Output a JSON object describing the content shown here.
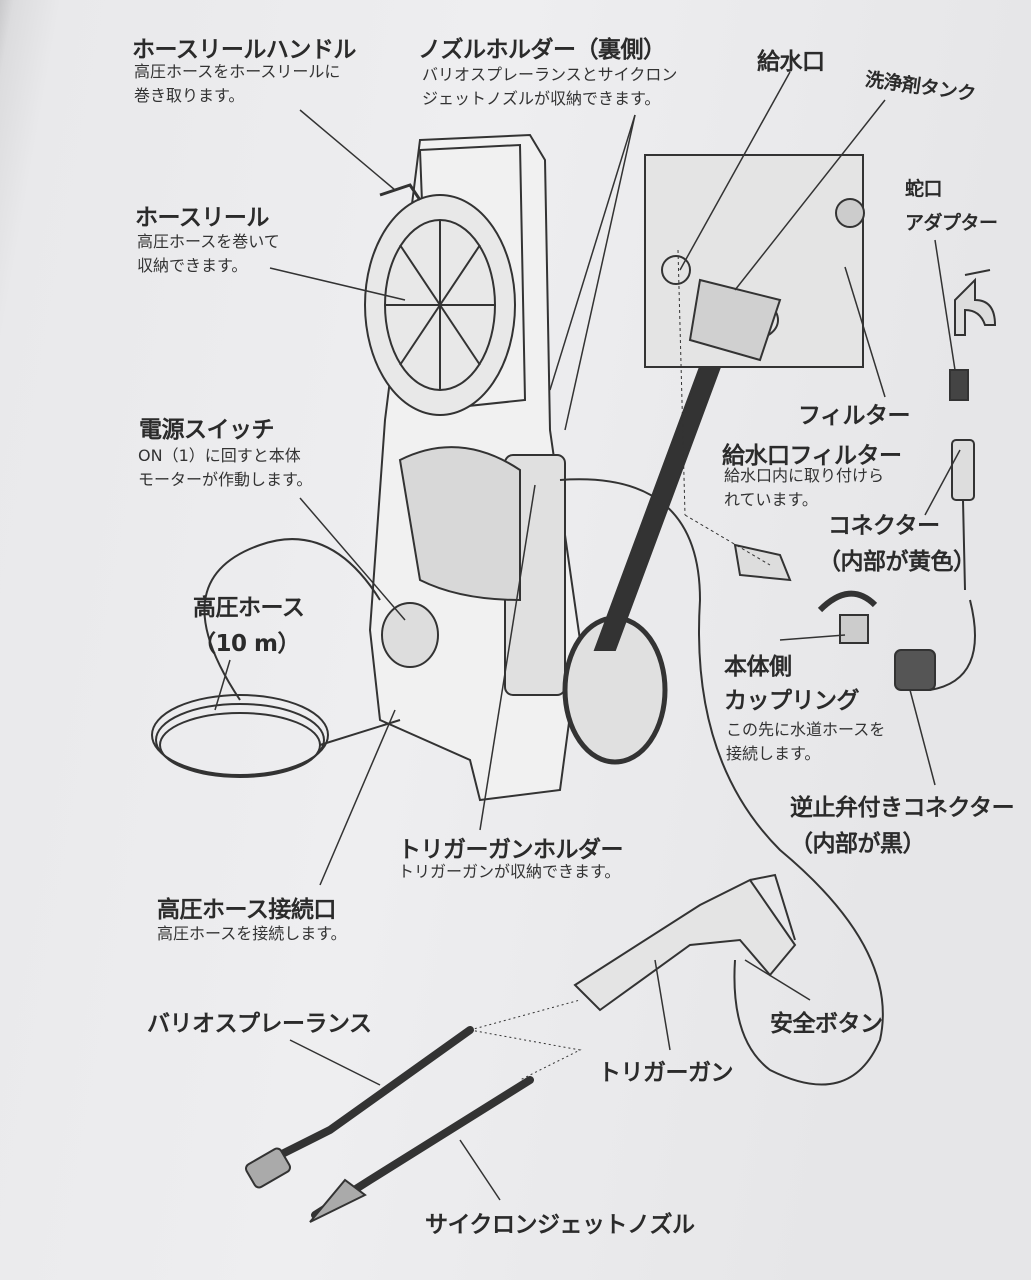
{
  "labels": {
    "hose_reel_handle": {
      "title": "ホースリールハンドル",
      "desc1": "高圧ホースをホースリールに",
      "desc2": "巻き取ります。"
    },
    "nozzle_holder": {
      "title": "ノズルホルダー（裏側）",
      "desc1": "バリオスプレーランスとサイクロン",
      "desc2": "ジェットノズルが収納できます。"
    },
    "water_inlet": {
      "title": "給水口"
    },
    "detergent_tank": {
      "title": "洗浄剤タンク"
    },
    "faucet_adapter": {
      "title1": "蛇口",
      "title2": "アダプター"
    },
    "hose_reel": {
      "title": "ホースリール",
      "desc1": "高圧ホースを巻いて",
      "desc2": "収納できます。"
    },
    "filter": {
      "title": "フィルター"
    },
    "inlet_filter": {
      "title": "給水口フィルター",
      "desc1": "給水口内に取り付けら",
      "desc2": "れています。"
    },
    "power_switch": {
      "title": "電源スイッチ",
      "desc1": "ON（1）に回すと本体",
      "desc2": "モーターが作動します。"
    },
    "connector": {
      "title1": "コネクター",
      "title2": "（内部が黄色）"
    },
    "high_pressure_hose": {
      "title1": "高圧ホース",
      "title2": "（10 m）"
    },
    "body_coupling": {
      "title1": "本体側",
      "title2": "カップリング",
      "desc1": "この先に水道ホースを",
      "desc2": "接続します。"
    },
    "check_valve_connector": {
      "title1": "逆止弁付きコネクター",
      "title2": "（内部が黒）"
    },
    "trigger_gun_holder": {
      "title": "トリガーガンホルダー",
      "desc1": "トリガーガンが収納できます。"
    },
    "hose_port": {
      "title": "高圧ホース接続口",
      "desc1": "高圧ホースを接続します。"
    },
    "vario_lance": {
      "title": "バリオスプレーランス"
    },
    "safety_button": {
      "title": "安全ボタン"
    },
    "trigger_gun": {
      "title": "トリガーガン"
    },
    "cyclone_nozzle": {
      "title": "サイクロンジェットノズル"
    }
  }
}
